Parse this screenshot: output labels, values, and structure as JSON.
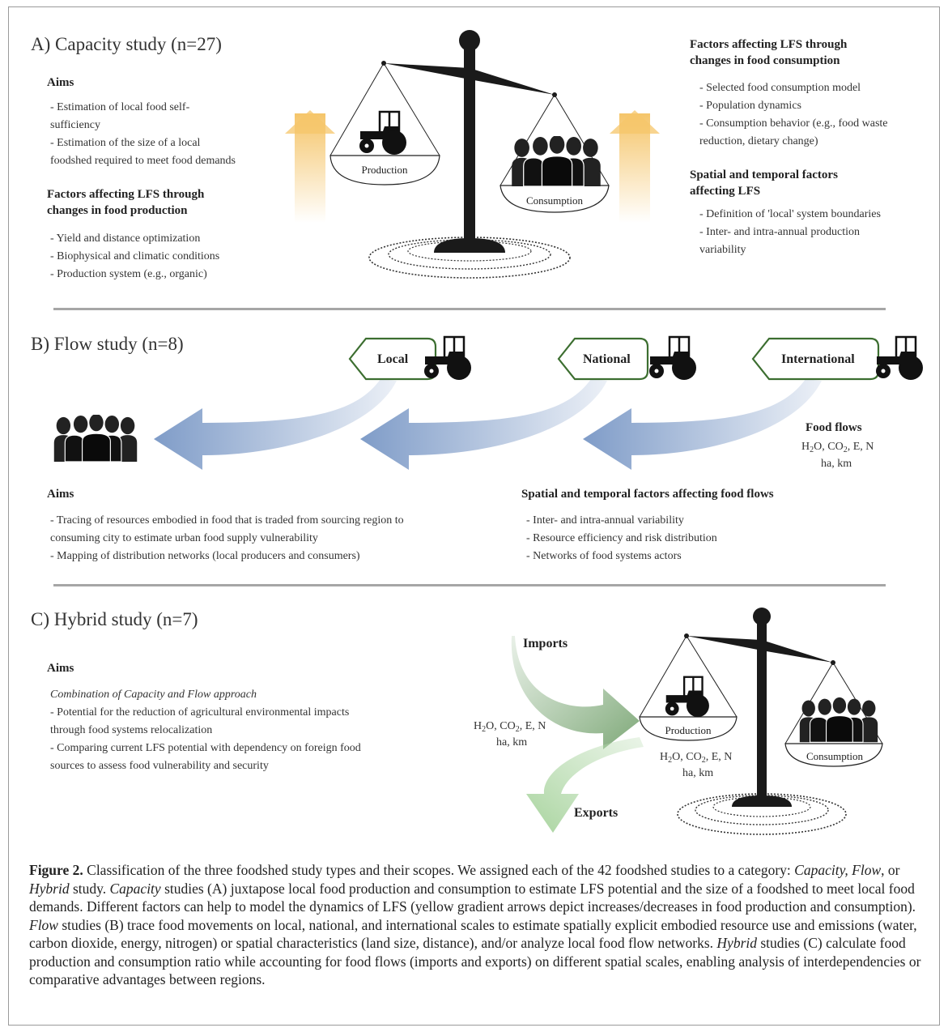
{
  "sectionA": {
    "title": "A) Capacity study (n=27)",
    "aims_heading": "Aims",
    "aims": [
      "- Estimation of local food self-",
      "sufficiency",
      "- Estimation of the size of a local",
      "foodshed required to meet food demands"
    ],
    "production_heading": [
      "Factors affecting LFS through",
      "changes in food production"
    ],
    "production_items": [
      "- Yield and distance optimization",
      "- Biophysical and climatic conditions",
      "- Production system (e.g., organic)"
    ],
    "consumption_heading": [
      "Factors affecting LFS through",
      "changes in food consumption"
    ],
    "consumption_items": [
      "- Selected food consumption model",
      "- Population dynamics",
      "- Consumption behavior (e.g., food waste",
      "reduction, dietary change)"
    ],
    "spatial_heading": [
      "Spatial and temporal factors",
      "affecting LFS"
    ],
    "spatial_items": [
      "- Definition of 'local' system boundaries",
      "- Inter- and intra-annual production",
      "variability"
    ],
    "pan_left_label": "Production",
    "pan_right_label": "Consumption"
  },
  "sectionB": {
    "title": "B) Flow study (n=8)",
    "scales": [
      "Local",
      "National",
      "International"
    ],
    "food_flows_heading": "Food flows",
    "food_flows_line2": "ha, km",
    "aims_heading": "Aims",
    "aims": [
      "- Tracing of resources embodied in food that is traded from sourcing region to",
      "consuming city to estimate urban food supply vulnerability",
      "- Mapping of distribution networks (local producers and consumers)"
    ],
    "factors_heading": "Spatial and temporal factors affecting food flows",
    "factors": [
      "- Inter- and intra-annual variability",
      "- Resource efficiency and risk distribution",
      "- Networks of food systems actors"
    ]
  },
  "sectionC": {
    "title": "C) Hybrid study (n=7)",
    "aims_heading": "Aims",
    "aims_italic": "Combination of Capacity and Flow approach",
    "aims": [
      "- Potential for the reduction of agricultural environmental impacts",
      "through food systems relocalization",
      "- Comparing current LFS potential with dependency on foreign food",
      "sources to assess food vulnerability and security"
    ],
    "imports_label": "Imports",
    "exports_label": "Exports",
    "flows_line2": "ha, km",
    "pan_left_label": "Production",
    "pan_right_label": "Consumption"
  },
  "caption": {
    "label": "Figure 2.",
    "text1": " Classification of the three foodshed study types and their scopes. We assigned each of the 42 foodshed studies to a category: ",
    "cap": "Capacity, Flow",
    "text2": ", or ",
    "hyb": "Hybrid",
    "text3": " study. ",
    "cap2": "Capacity",
    "text4": " studies (A) juxtapose local food production and consumption to estimate LFS potential and the size of a foodshed to meet local food demands. Different factors can help to model the dynamics of LFS (yellow gradient arrows depict increases/decreases in food production and consumption). ",
    "flow": "Flow",
    "text5": " studies (B) trace food movements on local, national, and international scales to estimate spatially explicit embodied resource use and emissions (water, carbon dioxide, energy, nitrogen) or spatial characteristics (land size, distance), and/or analyze local food flow networks. ",
    "hyb2": "Hybrid",
    "text6": " studies (C) calculate food production and consumption ratio while accounting for food flows (imports and exports) on different spatial scales, enabling analysis of interdependencies or comparative advantages between regions."
  },
  "colors": {
    "yellow_arrow": "#f5c56a",
    "blue_arrow": "#7f9cc8",
    "green_arrow": "#8fb58a",
    "divider": "#a6a6a6",
    "scale": "#1a1a1a"
  }
}
